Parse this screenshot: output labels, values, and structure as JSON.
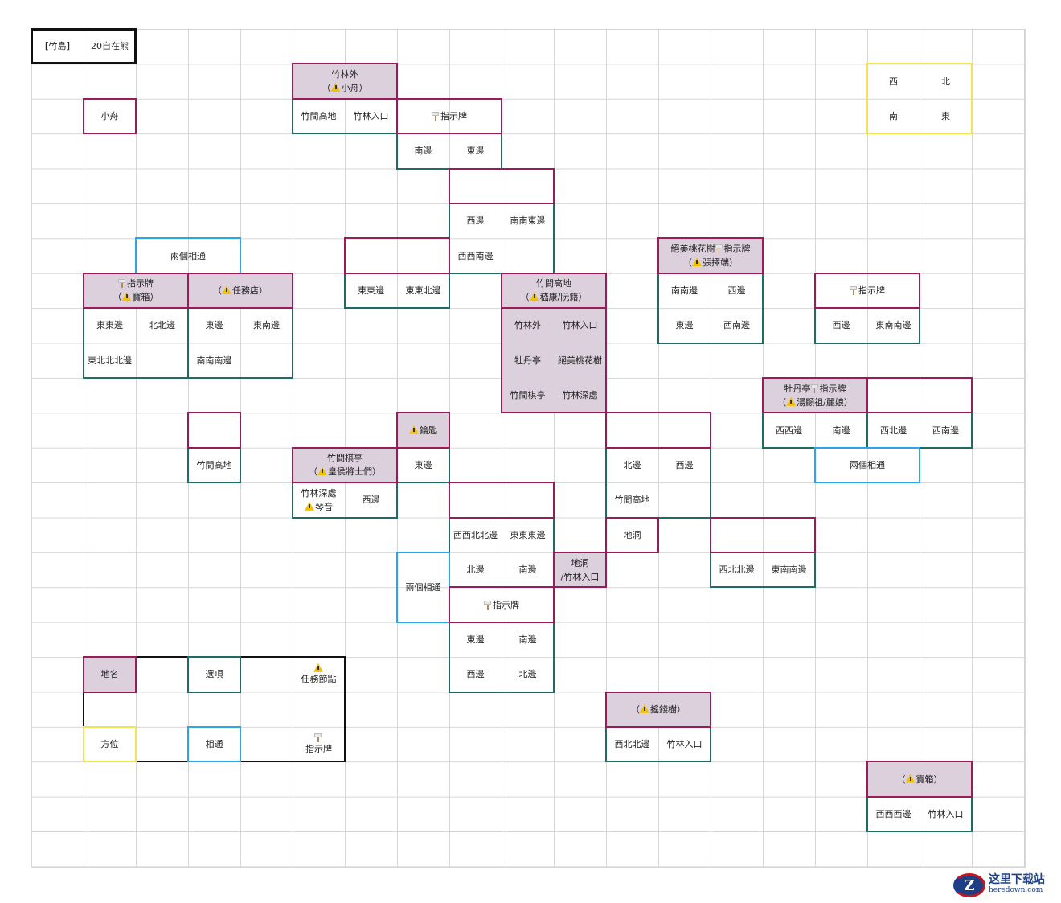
{
  "title": {
    "region": "【竹島】",
    "author": "20自在熊"
  },
  "compass": {
    "west": "西",
    "north": "北",
    "south": "南",
    "east": "東"
  },
  "p": {
    "o": "（",
    "c": "）"
  },
  "small_boat": "小舟",
  "zhulinwai": {
    "name": "竹林外",
    "npc": "小舟",
    "opts": [
      "竹間高地",
      "竹林入口"
    ]
  },
  "sign1": {
    "name": "指示牌",
    "opts": [
      "南邊",
      "東邊"
    ]
  },
  "area_c": {
    "opts": [
      "西邊",
      "南南東邊",
      "西西南邊"
    ]
  },
  "area_d": {
    "opts": [
      "東東邊",
      "東東北邊"
    ]
  },
  "link1": "兩個相通",
  "sign2": {
    "name": "指示牌",
    "npc": "寶箱",
    "opts": [
      "東東邊",
      "北北邊",
      "東北北北邊"
    ]
  },
  "shop": {
    "npc": "任務店",
    "opts": [
      "東邊",
      "東南邊",
      "南南南邊"
    ]
  },
  "highland": {
    "name": "竹間高地",
    "npc": "嵇康/阮籍",
    "opts": [
      "竹林外",
      "竹林入口",
      "牡丹亭",
      "絕美桃花樹",
      "竹間棋亭",
      "竹林深處"
    ]
  },
  "peach": {
    "name": "絕美桃花樹",
    "sign": "指示牌",
    "npc": "張擇端",
    "opts": [
      "南南邊",
      "西邊",
      "東邊",
      "西南邊"
    ]
  },
  "sign3": {
    "name": "指示牌",
    "opts": [
      "西邊",
      "東南南邊"
    ]
  },
  "peony": {
    "name": "牡丹亭",
    "sign": "指示牌",
    "npc": "湯顯祖/麗娘",
    "opts": [
      "西西邊",
      "南邊"
    ],
    "opts2": [
      "西北邊",
      "西南邊"
    ],
    "link": "兩個相通"
  },
  "area_k": {
    "opts": [
      "竹間高地"
    ]
  },
  "key": {
    "npc": "鑰匙",
    "opts": [
      "東邊"
    ]
  },
  "chess": {
    "name": "竹間棋亭",
    "npc": "皇侯將士們",
    "opt1": "竹林深處",
    "opt1_npc": "琴音",
    "opt2": "西邊"
  },
  "area_n": {
    "opts": [
      "北邊",
      "西邊",
      "竹間高地"
    ],
    "cave": "地洞"
  },
  "area_o": {
    "opts": [
      "西西北北邊",
      "東東東邊",
      "北邊",
      "南邊"
    ],
    "cave": "地洞",
    "cave2": "/竹林入口"
  },
  "link3": "兩個相通",
  "sign4": {
    "name": "指示牌",
    "opts": [
      "東邊",
      "南邊",
      "西邊",
      "北邊"
    ]
  },
  "area_r": {
    "opts": [
      "西北北邊",
      "東南南邊"
    ]
  },
  "money_tree": {
    "npc": "搖錢樹",
    "opts": [
      "西北北邊",
      "竹林入口"
    ]
  },
  "treasure": {
    "npc": "寶箱",
    "opts": [
      "西西西邊",
      "竹林入口"
    ]
  },
  "legend": {
    "place": "地名",
    "option": "選項",
    "quest": "任務節點",
    "direction": "方位",
    "link": "相通",
    "sign": "指示牌"
  },
  "watermark": {
    "cn": "这里下载站",
    "en": "heredown.com",
    "logo": "Z"
  },
  "colors": {
    "place": "#9b1b5a",
    "option": "#1f6b66",
    "link": "#28a6ec",
    "direction": "#f4e64a",
    "fill": "#dcd0dd"
  }
}
